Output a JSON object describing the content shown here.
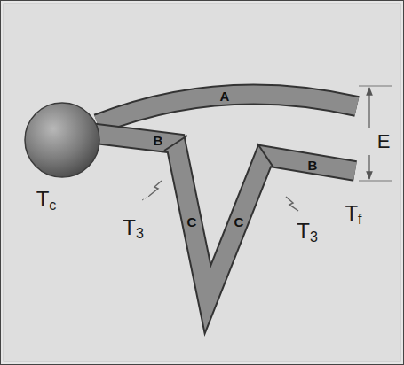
{
  "diagram": {
    "labels": [
      "A",
      "B",
      "C",
      "C",
      "B",
      "E",
      "Tc",
      "T3",
      "T3",
      "Tf"
    ]
  }
}
